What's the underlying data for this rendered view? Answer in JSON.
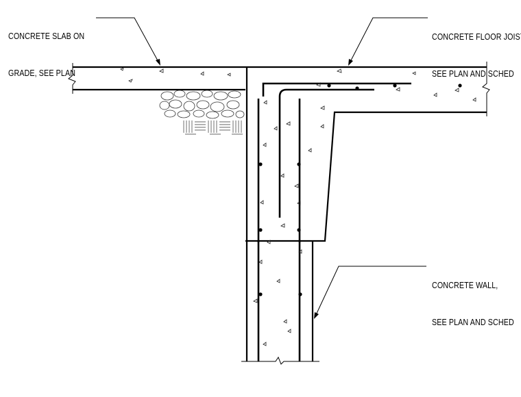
{
  "notes": {
    "slab": {
      "line1": "CONCRETE SLAB ON",
      "line2": "GRADE, SEE PLAN"
    },
    "joist": {
      "line1": "CONCRETE FLOOR JOIST",
      "line2": "SEE PLAN AND SCHED"
    },
    "wall": {
      "line1": "CONCRETE WALL,",
      "line2": "SEE PLAN AND SCHED"
    }
  },
  "colors": {
    "ink": "#000000",
    "background": "#ffffff"
  }
}
